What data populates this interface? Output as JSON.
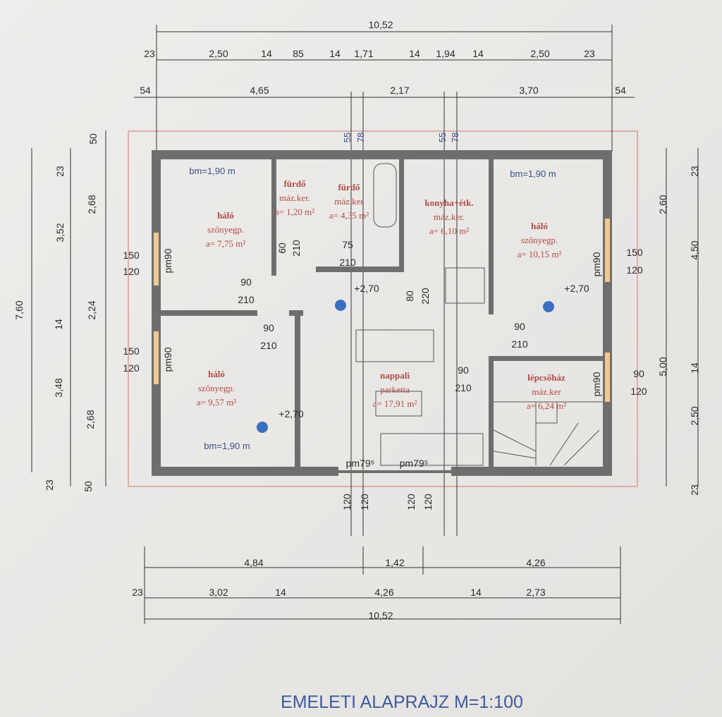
{
  "title": "EMELETI ALAPRAJZ  M=1:100",
  "dimensions": {
    "top_total": "10,52",
    "top_row2": [
      "23",
      "2,50",
      "14",
      "85",
      "14",
      "1,71",
      "14",
      "1,94",
      "14",
      "2,50",
      "23"
    ],
    "top_row3": [
      "54",
      "4,65",
      "2,17",
      "3,70",
      "54"
    ],
    "top_vertical": [
      "55",
      "78",
      "55",
      "78"
    ],
    "left": [
      "50",
      "23",
      "2,68",
      "3,52",
      "7,60",
      "150",
      "120",
      "2,24",
      "14",
      "150",
      "120",
      "3,48",
      "2,68",
      "23",
      "50"
    ],
    "right": [
      "23",
      "2,60",
      "4,50",
      "150",
      "120",
      "5,00",
      "14",
      "90",
      "120",
      "2,50",
      "23"
    ],
    "bottom_openings": [
      "120",
      "120",
      "120",
      "120"
    ],
    "bottom_row1": [
      "4,84",
      "1,42",
      "4,26"
    ],
    "bottom_row2": [
      "23",
      "3,02",
      "14",
      "4,26",
      "14",
      "2,73"
    ],
    "bottom_total": "10,52"
  },
  "rooms": [
    {
      "name": "háló",
      "finish": "szőnyegp.",
      "area": "a= 7,75 m²"
    },
    {
      "name": "fürdő",
      "finish": "máz.ker.",
      "area": "a= 1,20 m²"
    },
    {
      "name": "fürdő",
      "finish": "máz.ker",
      "area": "a= 4,35 m²"
    },
    {
      "name": "konyha+étk.",
      "finish": "máz.ker.",
      "area": "a= 6,10 m²"
    },
    {
      "name": "háló",
      "finish": "szőnyegp.",
      "area": "a= 10,15 m²"
    },
    {
      "name": "háló",
      "finish": "szőnyegp.",
      "area": "a= 9,57 m²"
    },
    {
      "name": "nappali",
      "finish": "parketta",
      "area": "a= 17,91 m²"
    },
    {
      "name": "lépcsőház",
      "finish": "máz.ker",
      "area": "a= 6,24 m²"
    }
  ],
  "annotations": {
    "bm": [
      "bm=1,90 m",
      "bm=1,90 m",
      "bm=1,90 m"
    ],
    "pm": [
      "pm90",
      "pm90",
      "pm90",
      "pm90",
      "pm79⁵",
      "pm79⁵"
    ],
    "levels": [
      "+2,70",
      "+2,70",
      "+2,70"
    ],
    "doors": [
      "90",
      "210",
      "90",
      "210",
      "90",
      "210",
      "90",
      "210",
      "75",
      "210",
      "80",
      "220",
      "60",
      "210"
    ]
  },
  "colors": {
    "wall": "#6e6e6e",
    "room_text": "#b04a45",
    "blue_text": "#3a4f8a",
    "title": "#3d5aa0"
  }
}
